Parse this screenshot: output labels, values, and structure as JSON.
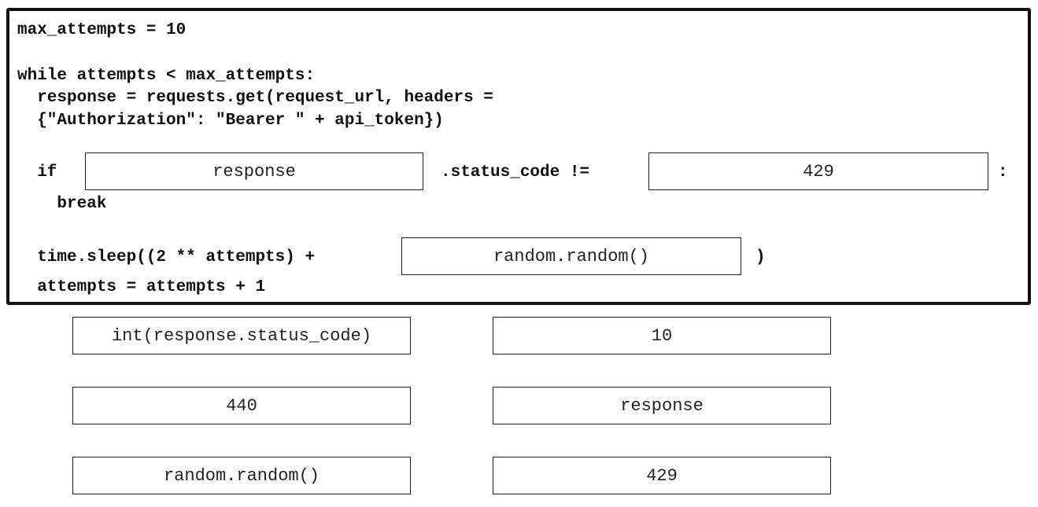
{
  "code": {
    "lines": [
      "max_attempts = 10",
      "while attempts < max_attempts:",
      "  response = requests.get(request_url, headers =",
      "  {\"Authorization\": \"Bearer \" + api_token})",
      "  if",
      ".status_code !=",
      ":",
      "    break",
      "  time.sleep((2 ** attempts) +",
      ")",
      "  attempts = attempts + 1"
    ]
  },
  "slots": {
    "slot1": "response",
    "slot2": "429",
    "slot3": "random.random()"
  },
  "options": [
    "int(response.status_code)",
    "10",
    "440",
    "response",
    "random.random()",
    "429"
  ]
}
